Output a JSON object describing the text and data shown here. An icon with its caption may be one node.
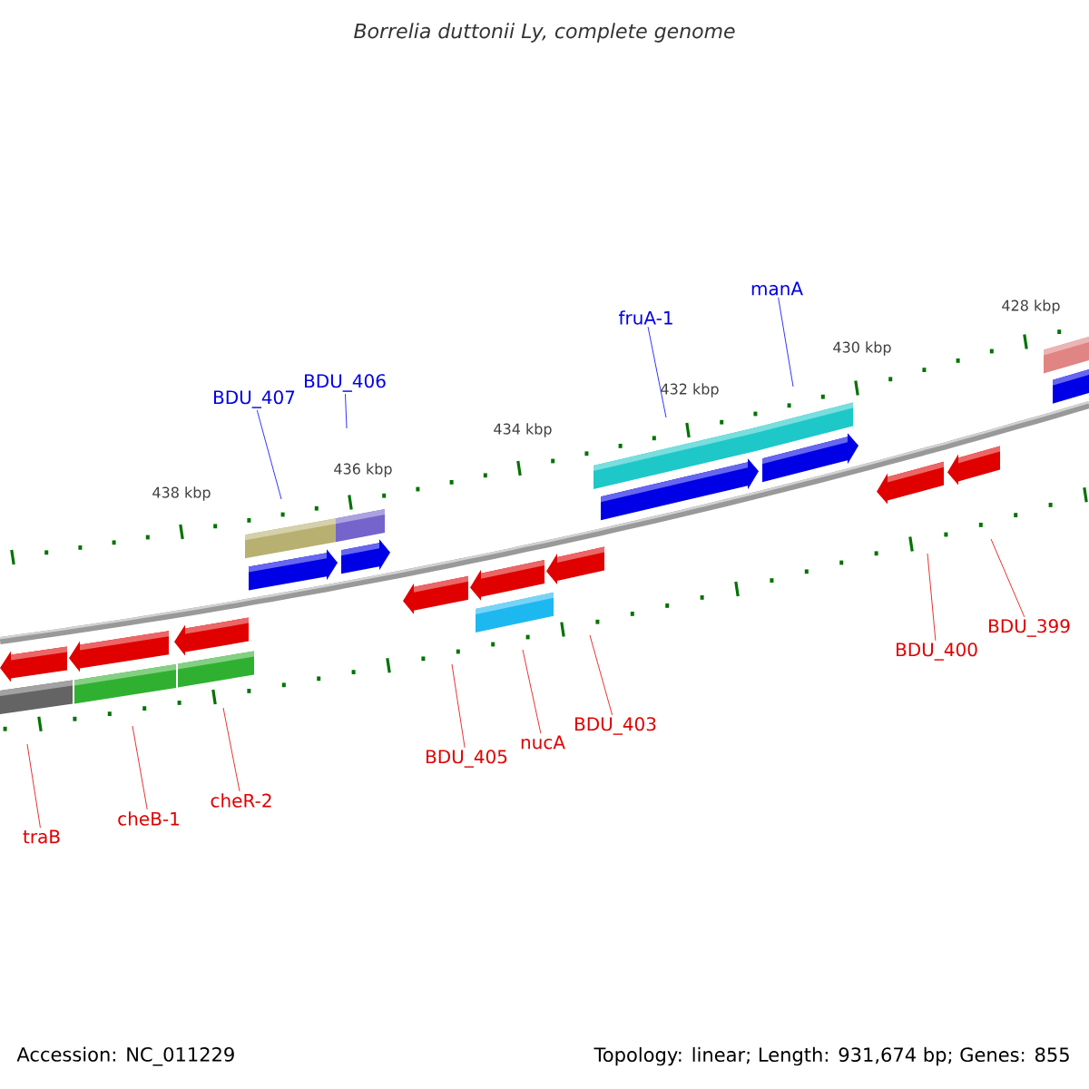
{
  "diagram": {
    "title": "Borrelia duttonii Ly, complete genome",
    "nodes": [
      {
        "text": [
          "BDU_407"
        ]
      },
      {
        "text": [
          "BDU_406"
        ]
      },
      {
        "text": [
          "fruA-1"
        ]
      },
      {
        "text": [
          "manA"
        ]
      },
      {
        "text": [
          "BDU_400"
        ]
      },
      {
        "text": [
          "BDU_399"
        ]
      },
      {
        "text": [
          "BDU_403"
        ]
      },
      {
        "text": [
          "nucA"
        ]
      },
      {
        "text": [
          "BDU_405"
        ]
      },
      {
        "text": [
          "cheR-2"
        ]
      },
      {
        "text": [
          "cheB-1"
        ]
      },
      {
        "text": [
          "traB"
        ]
      }
    ],
    "edges": [
      {
        "from": 0,
        "to": null,
        "arrow": "none",
        "color": "#0000ff"
      },
      {
        "from": 1,
        "to": null,
        "arrow": "none",
        "color": "#0000ff"
      },
      {
        "from": 2,
        "to": null,
        "arrow": "none",
        "color": "#0000ff"
      },
      {
        "from": 3,
        "to": null,
        "arrow": "none",
        "color": "#0000ff"
      },
      {
        "from": 4,
        "to": null,
        "arrow": "none"
      },
      {
        "from": 5,
        "to": null,
        "arrow": "none"
      },
      {
        "from": 6,
        "to": null,
        "arrow": "none"
      },
      {
        "from": 7,
        "to": null,
        "arrow": "none"
      },
      {
        "from": 8,
        "to": null,
        "arrow": "none"
      },
      {
        "from": 9,
        "to": null,
        "arrow": "none"
      },
      {
        "from": 10,
        "to": null,
        "arrow": "none"
      },
      {
        "from": 11,
        "to": null,
        "arrow": "none"
      }
    ],
    "labels": [
      "438 kbp",
      "436 kbp",
      "434 kbp",
      "432 kbp",
      "430 kbp",
      "428 kbp",
      "Accession: NC_011229",
      "Topology: linear; Length: 931,674 bp; Genes: 855"
    ]
  }
}
